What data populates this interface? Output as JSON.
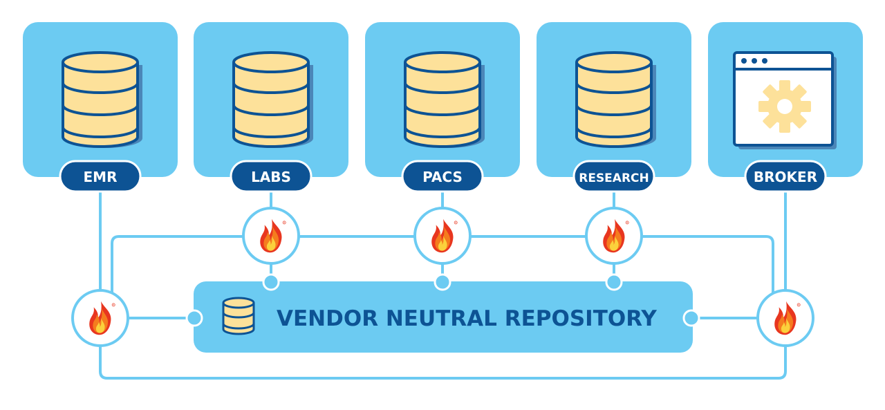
{
  "colors": {
    "background": "#ffffff",
    "tile": "#6ccbf2",
    "connector": "#6ccbf2",
    "label_bg": "#0d5394",
    "label_text": "#ffffff",
    "db_fill": "#fde19a",
    "db_stroke": "#0d5394",
    "db_shadow": "#4b86b8",
    "gear": "#fde19a",
    "repo_text": "#0d5394",
    "fire_outer": "#e8361f",
    "fire_mid": "#f57c1e",
    "fire_inner": "#fbd13c"
  },
  "systems": [
    {
      "label": "EMR",
      "icon": "database-icon"
    },
    {
      "label": "LABS",
      "icon": "database-icon"
    },
    {
      "label": "PACS",
      "icon": "database-icon"
    },
    {
      "label": "RESEARCH",
      "icon": "database-icon"
    },
    {
      "label": "BROKER",
      "icon": "app-window-gear-icon"
    }
  ],
  "repository": {
    "label": "VENDOR NEUTRAL REPOSITORY",
    "icon": "database-icon"
  },
  "fhir_nodes": [
    {
      "icon": "fhir-flame-icon",
      "attached_to": "EMR"
    },
    {
      "icon": "fhir-flame-icon",
      "attached_to": "LABS"
    },
    {
      "icon": "fhir-flame-icon",
      "attached_to": "PACS"
    },
    {
      "icon": "fhir-flame-icon",
      "attached_to": "RESEARCH"
    },
    {
      "icon": "fhir-flame-icon",
      "attached_to": "BROKER"
    }
  ]
}
